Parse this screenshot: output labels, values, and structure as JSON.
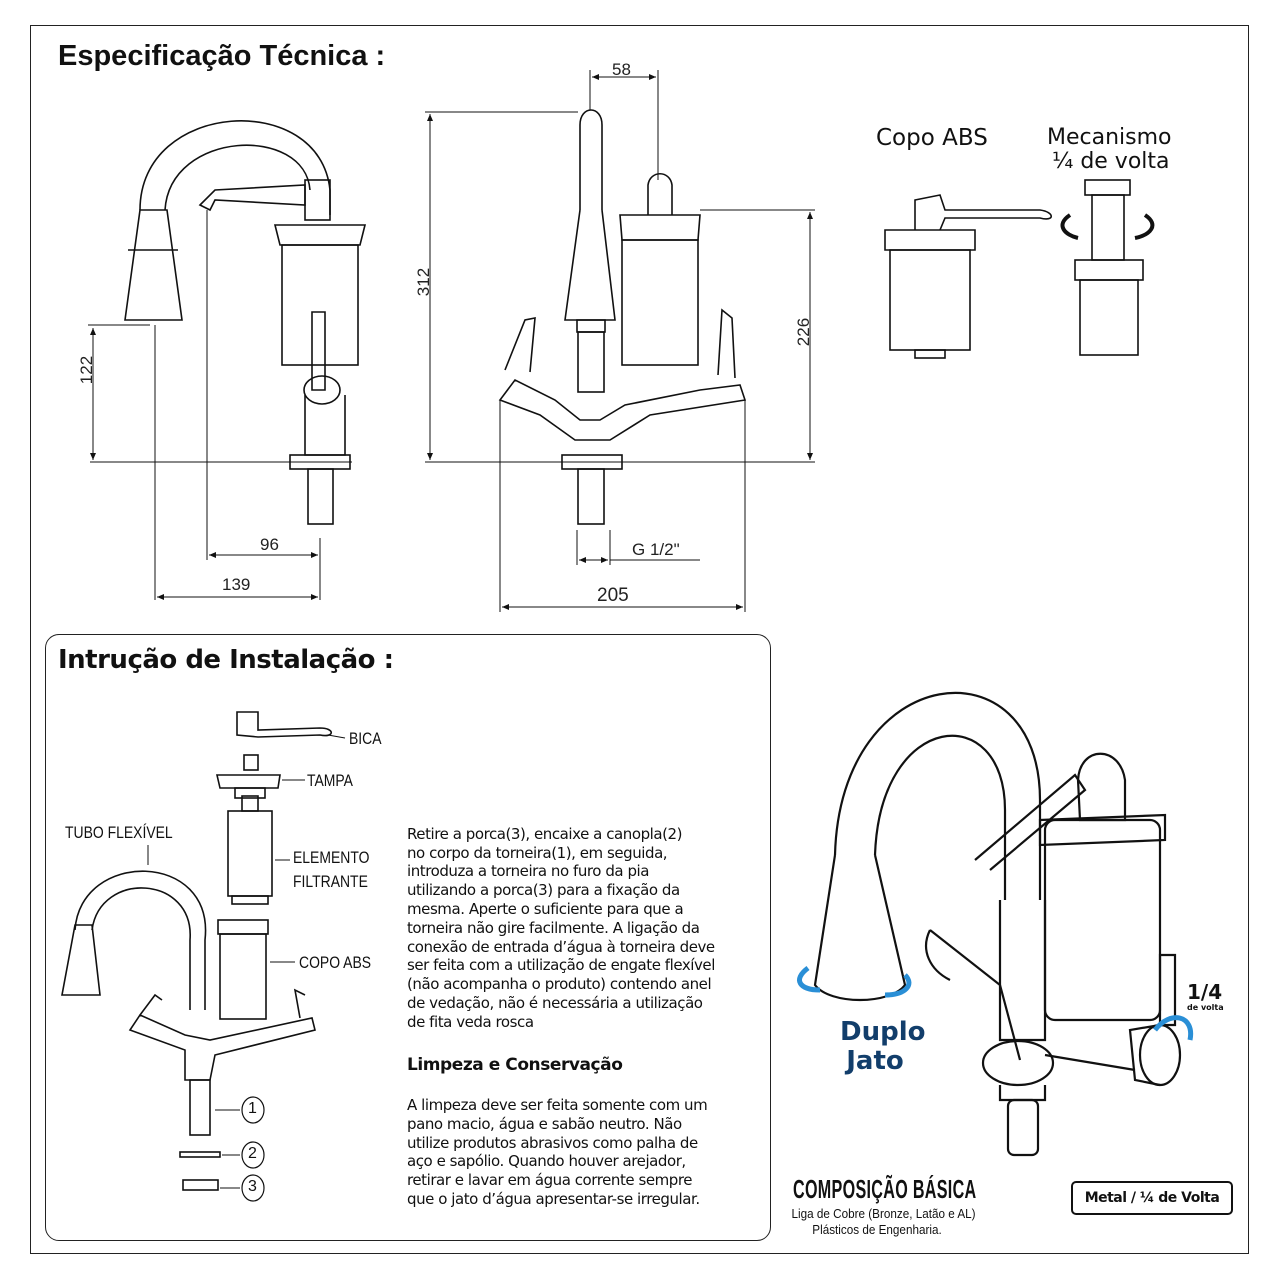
{
  "spec": {
    "title": "Especificação Técnica :",
    "dims": {
      "d122": "122",
      "d96": "96",
      "d139": "139",
      "d312": "312",
      "d58": "58",
      "d226": "226",
      "g12": "G 1/2\"",
      "d205": "205"
    },
    "copo_abs": "Copo ABS",
    "mecanismo_line1": "Mecanismo",
    "mecanismo_line2": "¼ de volta"
  },
  "install": {
    "title": "Intrução de Instalação :",
    "labels": {
      "bica": "BICA",
      "tampa": "TAMPA",
      "tubo": "TUBO FLEXÍVEL",
      "elemento1": "ELEMENTO",
      "elemento2": "FILTRANTE",
      "copo": "COPO ABS",
      "n1": "1",
      "n2": "2",
      "n3": "3"
    },
    "instructions": "Retire a porca(3), encaixe a canopla(2)\nno corpo da torneira(1), em seguida,\nintroduza a torneira no furo da pia\nutilizando a porca(3) para a fixação da\nmesma. Aperte o suficiente para que a\ntorneira não gire facilmente. A ligação da\nconexão de entrada d’água à torneira deve\nser feita com a utilização de engate flexível\n(não acompanha o produto) contendo anel\nde vedação, não é necessária a utilização\nde fita veda rosca",
    "cleaning_title": "Limpeza e Conservação",
    "cleaning_text": "A limpeza deve ser feita somente com um\npano macio, água e sabão neutro. Não\nutilize produtos abrasivos como palha de\naço e sapólio. Quando houver arejador,\nretirar e lavar em água corrente sempre\nque o jato d’água apresentar-se irregular."
  },
  "product": {
    "duplo1": "Duplo",
    "duplo2": "Jato",
    "quarter": "1/4",
    "quarter_sub": "de volta",
    "composition_title": "COMPOSIÇÃO BÁSICA",
    "composition_line1": "Liga de Cobre (Bronze, Latão e AL)",
    "composition_line2": "Plásticos de Engenharia.",
    "badge": "Metal / ¼ de Volta",
    "accent_color": "#2a8fd6",
    "text_color": "#123e6b"
  }
}
